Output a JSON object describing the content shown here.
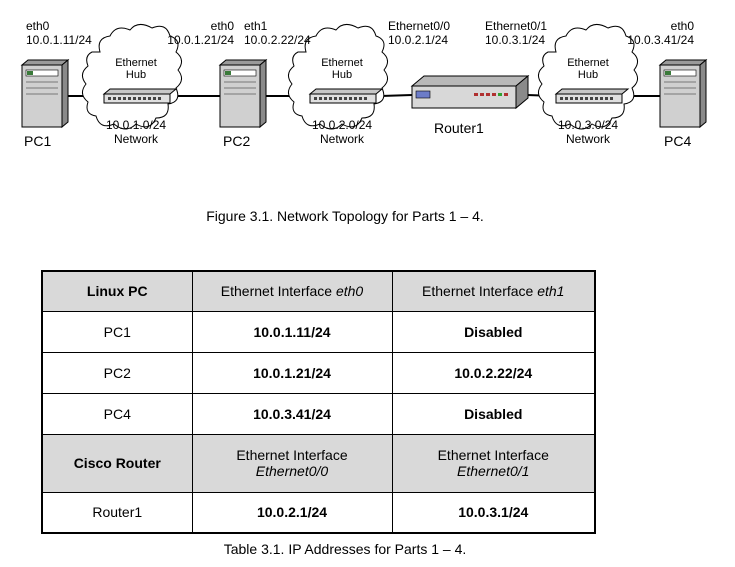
{
  "diagram": {
    "interfaces": {
      "pc1_eth0": {
        "name": "eth0",
        "ip": "10.0.1.11/24"
      },
      "pc2_eth0": {
        "name": "eth0",
        "ip": "10.0.1.21/24"
      },
      "pc2_eth1": {
        "name": "eth1",
        "ip": "10.0.2.22/24"
      },
      "router_e00": {
        "name": "Ethernet0/0",
        "ip": "10.0.2.1/24"
      },
      "router_e01": {
        "name": "Ethernet0/1",
        "ip": "10.0.3.1/24"
      },
      "pc4_eth0": {
        "name": "eth0",
        "ip": "10.0.3.41/24"
      }
    },
    "nodes": {
      "pc1": "PC1",
      "pc2": "PC2",
      "router": "Router1",
      "pc4": "PC4"
    },
    "hubs": [
      {
        "line1": "Ethernet",
        "line2": "Hub",
        "network": "10.0.1.0/24",
        "network_label": "Network"
      },
      {
        "line1": "Ethernet",
        "line2": "Hub",
        "network": "10.0.2.0/24",
        "network_label": "Network"
      },
      {
        "line1": "Ethernet",
        "line2": "Hub",
        "network": "10.0.3.0/24",
        "network_label": "Network"
      }
    ],
    "figure_caption": "Figure 3.1.  Network Topology for Parts 1 – 4."
  },
  "table": {
    "linux_header": {
      "col1": "Linux PC",
      "col2_prefix": "Ethernet Interface ",
      "col2_italic": "eth0",
      "col3_prefix": "Ethernet Interface ",
      "col3_italic": "eth1"
    },
    "linux_rows": [
      {
        "name": "PC1",
        "eth0": "10.0.1.11/24",
        "eth1": "Disabled"
      },
      {
        "name": "PC2",
        "eth0": "10.0.1.21/24",
        "eth1": "10.0.2.22/24"
      },
      {
        "name": "PC4",
        "eth0": "10.0.3.41/24",
        "eth1": "Disabled"
      }
    ],
    "cisco_header": {
      "col1": "Cisco Router",
      "col2_line1": "Ethernet Interface",
      "col2_line2": "Ethernet0/0",
      "col3_line1": "Ethernet Interface",
      "col3_line2": "Ethernet0/1"
    },
    "cisco_rows": [
      {
        "name": "Router1",
        "e00": "10.0.2.1/24",
        "e01": "10.0.3.1/24"
      }
    ],
    "caption": "Table 3.1.  IP Addresses for Parts 1 – 4."
  }
}
